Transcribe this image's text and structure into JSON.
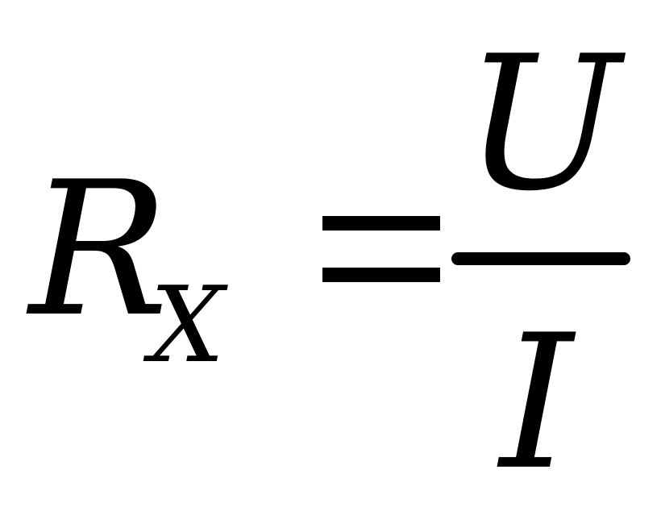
{
  "formula": {
    "lhs_variable": "R",
    "lhs_subscript": "X",
    "numerator": "U",
    "denominator": "I"
  },
  "colors": {
    "ink": "#000000",
    "background": "#ffffff"
  }
}
